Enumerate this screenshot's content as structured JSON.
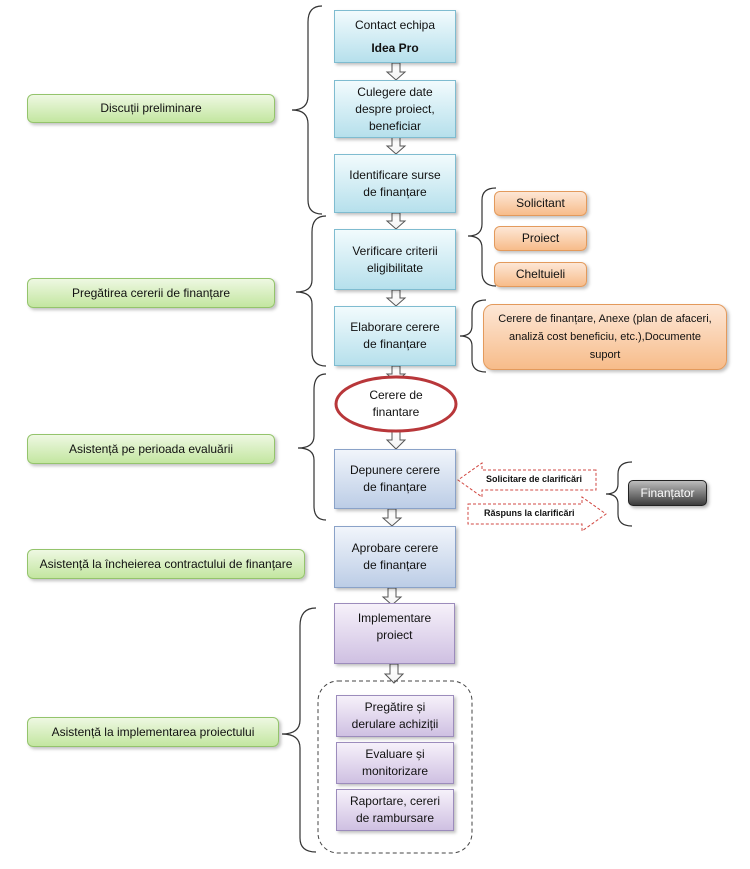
{
  "phases": [
    {
      "label": "Discuții preliminare"
    },
    {
      "label": "Pregătirea cererii de finanțare"
    },
    {
      "label": "Asistență  pe perioada evaluării"
    },
    {
      "label": "Asistență  la încheierea contractului de finanțare"
    },
    {
      "label": "Asistență  la implementarea proiectului"
    }
  ],
  "steps": {
    "contact": {
      "line1": "Contact echipa",
      "line2": "Idea Pro"
    },
    "culegere": {
      "line1": "Culegere date",
      "line2": "despre proiect,",
      "line3": "beneficiar"
    },
    "identificare": {
      "line1": "Identificare surse",
      "line2": "de finanțare"
    },
    "verificare": {
      "line1": "Verificare criterii",
      "line2": "eligibilitate"
    },
    "elaborare": {
      "line1": "Elaborare cerere",
      "line2": "de finanțare"
    },
    "cerere": {
      "line1": "Cerere de",
      "line2": "finantare"
    },
    "depunere": {
      "line1": "Depunere cerere",
      "line2": "de finanțare"
    },
    "aprobare": {
      "line1": "Aprobare cerere",
      "line2": "de finanțare"
    },
    "implementare": {
      "line1": "Implementare",
      "line2": "proiect"
    },
    "pregatire": {
      "line1": "Pregătire și",
      "line2": "derulare achiziții"
    },
    "evaluare": {
      "line1": "Evaluare și",
      "line2": "monitorizare"
    },
    "raportare": {
      "line1": "Raportare, cereri",
      "line2": "de rambursare"
    }
  },
  "criteria": [
    {
      "label": "Solicitant"
    },
    {
      "label": "Proiect"
    },
    {
      "label": "Cheltuieli"
    }
  ],
  "documents": {
    "line1": "Cerere de finanțare, Anexe (plan de afaceri,",
    "line2": "analiză cost beneficiu, etc.),Documente",
    "line3": "suport"
  },
  "clarifications": {
    "request": "Solicitare de clarificări",
    "response": "Răspuns la clarificări"
  },
  "funder": {
    "label": "Finanțator"
  }
}
